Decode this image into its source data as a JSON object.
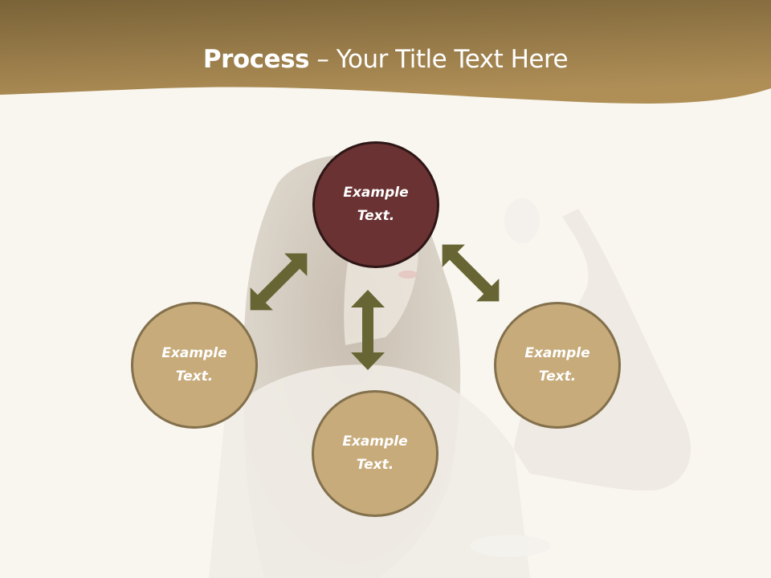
{
  "slide": {
    "title_bold": "Process",
    "title_rest": " – Your Title Text Here",
    "colors": {
      "header_dark": "#7a6338",
      "header_light": "#b08f57",
      "background": "#f8f6ef",
      "center_circle": "#6a3232",
      "center_circle_border": "#2e1616",
      "outer_circle": "#c7ab7b",
      "outer_circle_border": "#83704c",
      "arrow": "#676534"
    }
  },
  "diagram": {
    "nodes": [
      {
        "id": "top",
        "line1": "Example",
        "line2": "Text."
      },
      {
        "id": "left",
        "line1": "Example",
        "line2": "Text."
      },
      {
        "id": "right",
        "line1": "Example",
        "line2": "Text."
      },
      {
        "id": "bottom",
        "line1": "Example",
        "line2": "Text."
      }
    ],
    "connectors": [
      {
        "from": "top",
        "to": "left",
        "type": "double-arrow"
      },
      {
        "from": "top",
        "to": "bottom",
        "type": "double-arrow"
      },
      {
        "from": "top",
        "to": "right",
        "type": "double-arrow"
      }
    ]
  }
}
